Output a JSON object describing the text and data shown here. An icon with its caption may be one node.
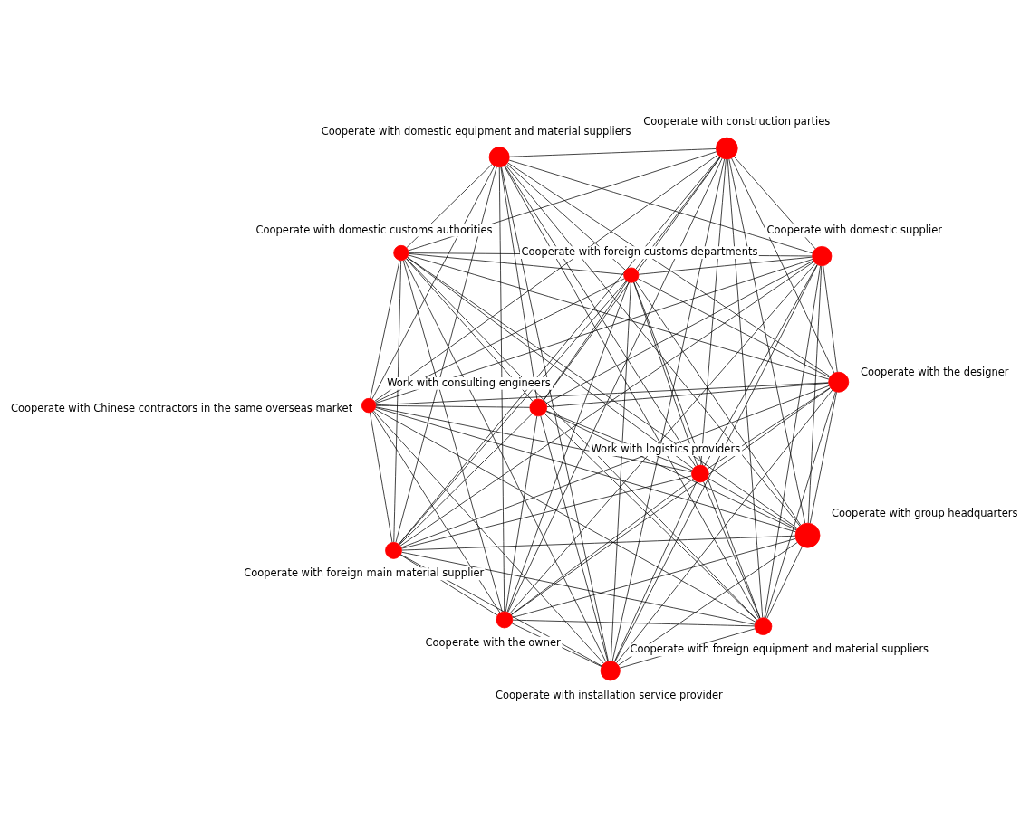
{
  "diagram": {
    "nodes": [
      {
        "text": [],
        "shape": "circle",
        "beside": [
          "Cooperate with the owner"
        ]
      },
      {
        "text": [],
        "shape": "circle",
        "beside": [
          "Work with consulting engineers"
        ]
      },
      {
        "text": [],
        "shape": "circle",
        "beside": [
          "Work with logistics providers"
        ]
      },
      {
        "text": [],
        "shape": "circle",
        "beside": [
          "Cooperate with installation service provider"
        ]
      },
      {
        "text": [],
        "shape": "circle",
        "beside": [
          "Cooperate with foreign equipment and material suppliers"
        ]
      },
      {
        "text": [],
        "shape": "circle",
        "beside": [
          "Cooperate with foreign main material supplier"
        ]
      },
      {
        "text": [],
        "shape": "circle",
        "beside": [
          "Cooperate with the designer"
        ]
      },
      {
        "text": [],
        "shape": "circle",
        "beside": [
          "Cooperate with foreign customs departments"
        ]
      },
      {
        "text": [],
        "shape": "circle",
        "beside": [
          "Cooperate with group headquarters"
        ]
      },
      {
        "text": [],
        "shape": "circle",
        "beside": [
          "Cooperate with domestic customs authorities"
        ]
      },
      {
        "text": [],
        "shape": "circle",
        "beside": [
          "Cooperate with Chinese contractors in the same overseas market"
        ]
      },
      {
        "text": [],
        "shape": "circle",
        "beside": [
          "Cooperate with construction parties"
        ]
      },
      {
        "text": [],
        "shape": "circle",
        "beside": [
          "Cooperate with domestic equipment and material suppliers"
        ]
      },
      {
        "text": [],
        "shape": "circle",
        "beside": [
          "Cooperate with domestic supplier"
        ]
      }
    ],
    "edges": [
      {
        "from": 0,
        "to": 1,
        "arrow": "none"
      },
      {
        "from": 0,
        "to": 2,
        "arrow": "none"
      },
      {
        "from": 0,
        "to": 3,
        "arrow": "none"
      },
      {
        "from": 0,
        "to": 4,
        "arrow": "none"
      },
      {
        "from": 0,
        "to": 5,
        "arrow": "none"
      },
      {
        "from": 0,
        "to": 6,
        "arrow": "none"
      },
      {
        "from": 0,
        "to": 7,
        "arrow": "none"
      },
      {
        "from": 0,
        "to": 8,
        "arrow": "none"
      },
      {
        "from": 0,
        "to": 9,
        "arrow": "none"
      },
      {
        "from": 0,
        "to": 10,
        "arrow": "none"
      },
      {
        "from": 0,
        "to": 11,
        "arrow": "none"
      },
      {
        "from": 0,
        "to": 12,
        "arrow": "none"
      },
      {
        "from": 0,
        "to": 13,
        "arrow": "none"
      },
      {
        "from": 1,
        "to": 2,
        "arrow": "none"
      },
      {
        "from": 1,
        "to": 3,
        "arrow": "none"
      },
      {
        "from": 1,
        "to": 4,
        "arrow": "none"
      },
      {
        "from": 1,
        "to": 5,
        "arrow": "none"
      },
      {
        "from": 1,
        "to": 6,
        "arrow": "none"
      },
      {
        "from": 1,
        "to": 7,
        "arrow": "none"
      },
      {
        "from": 1,
        "to": 8,
        "arrow": "none"
      },
      {
        "from": 1,
        "to": 9,
        "arrow": "none"
      },
      {
        "from": 1,
        "to": 10,
        "arrow": "none"
      },
      {
        "from": 1,
        "to": 11,
        "arrow": "none"
      },
      {
        "from": 1,
        "to": 12,
        "arrow": "none"
      },
      {
        "from": 1,
        "to": 13,
        "arrow": "none"
      },
      {
        "from": 2,
        "to": 3,
        "arrow": "none"
      },
      {
        "from": 2,
        "to": 4,
        "arrow": "none"
      },
      {
        "from": 2,
        "to": 5,
        "arrow": "none"
      },
      {
        "from": 2,
        "to": 6,
        "arrow": "none"
      },
      {
        "from": 2,
        "to": 7,
        "arrow": "none"
      },
      {
        "from": 2,
        "to": 8,
        "arrow": "none"
      },
      {
        "from": 2,
        "to": 9,
        "arrow": "none"
      },
      {
        "from": 2,
        "to": 10,
        "arrow": "none"
      },
      {
        "from": 2,
        "to": 11,
        "arrow": "none"
      },
      {
        "from": 2,
        "to": 12,
        "arrow": "none"
      },
      {
        "from": 2,
        "to": 13,
        "arrow": "none"
      },
      {
        "from": 3,
        "to": 4,
        "arrow": "none"
      },
      {
        "from": 3,
        "to": 5,
        "arrow": "none"
      },
      {
        "from": 3,
        "to": 6,
        "arrow": "none"
      },
      {
        "from": 3,
        "to": 7,
        "arrow": "none"
      },
      {
        "from": 3,
        "to": 8,
        "arrow": "none"
      },
      {
        "from": 3,
        "to": 9,
        "arrow": "none"
      },
      {
        "from": 3,
        "to": 10,
        "arrow": "none"
      },
      {
        "from": 3,
        "to": 11,
        "arrow": "none"
      },
      {
        "from": 3,
        "to": 12,
        "arrow": "none"
      },
      {
        "from": 3,
        "to": 13,
        "arrow": "none"
      },
      {
        "from": 4,
        "to": 5,
        "arrow": "none"
      },
      {
        "from": 4,
        "to": 6,
        "arrow": "none"
      },
      {
        "from": 4,
        "to": 7,
        "arrow": "none"
      },
      {
        "from": 4,
        "to": 8,
        "arrow": "none"
      },
      {
        "from": 4,
        "to": 9,
        "arrow": "none"
      },
      {
        "from": 4,
        "to": 10,
        "arrow": "none"
      },
      {
        "from": 4,
        "to": 11,
        "arrow": "none"
      },
      {
        "from": 4,
        "to": 12,
        "arrow": "none"
      },
      {
        "from": 4,
        "to": 13,
        "arrow": "none"
      },
      {
        "from": 5,
        "to": 6,
        "arrow": "none"
      },
      {
        "from": 5,
        "to": 7,
        "arrow": "none"
      },
      {
        "from": 5,
        "to": 8,
        "arrow": "none"
      },
      {
        "from": 5,
        "to": 9,
        "arrow": "none"
      },
      {
        "from": 5,
        "to": 10,
        "arrow": "none"
      },
      {
        "from": 5,
        "to": 11,
        "arrow": "none"
      },
      {
        "from": 5,
        "to": 12,
        "arrow": "none"
      },
      {
        "from": 5,
        "to": 13,
        "arrow": "none"
      },
      {
        "from": 6,
        "to": 7,
        "arrow": "none"
      },
      {
        "from": 6,
        "to": 8,
        "arrow": "none"
      },
      {
        "from": 6,
        "to": 9,
        "arrow": "none"
      },
      {
        "from": 6,
        "to": 10,
        "arrow": "none"
      },
      {
        "from": 6,
        "to": 11,
        "arrow": "none"
      },
      {
        "from": 6,
        "to": 12,
        "arrow": "none"
      },
      {
        "from": 6,
        "to": 13,
        "arrow": "none"
      },
      {
        "from": 7,
        "to": 8,
        "arrow": "none"
      },
      {
        "from": 7,
        "to": 9,
        "arrow": "none"
      },
      {
        "from": 7,
        "to": 10,
        "arrow": "none"
      },
      {
        "from": 7,
        "to": 11,
        "arrow": "none"
      },
      {
        "from": 7,
        "to": 12,
        "arrow": "none"
      },
      {
        "from": 7,
        "to": 13,
        "arrow": "none"
      },
      {
        "from": 8,
        "to": 9,
        "arrow": "none"
      },
      {
        "from": 8,
        "to": 10,
        "arrow": "none"
      },
      {
        "from": 8,
        "to": 11,
        "arrow": "none"
      },
      {
        "from": 8,
        "to": 12,
        "arrow": "none"
      },
      {
        "from": 8,
        "to": 13,
        "arrow": "none"
      },
      {
        "from": 9,
        "to": 10,
        "arrow": "none"
      },
      {
        "from": 9,
        "to": 11,
        "arrow": "none"
      },
      {
        "from": 9,
        "to": 12,
        "arrow": "none"
      },
      {
        "from": 9,
        "to": 13,
        "arrow": "none"
      },
      {
        "from": 10,
        "to": 11,
        "arrow": "none"
      },
      {
        "from": 10,
        "to": 12,
        "arrow": "none"
      },
      {
        "from": 10,
        "to": 13,
        "arrow": "none"
      },
      {
        "from": 11,
        "to": 12,
        "arrow": "none"
      },
      {
        "from": 11,
        "to": 13,
        "arrow": "none"
      },
      {
        "from": 12,
        "to": 13,
        "arrow": "none"
      }
    ]
  }
}
